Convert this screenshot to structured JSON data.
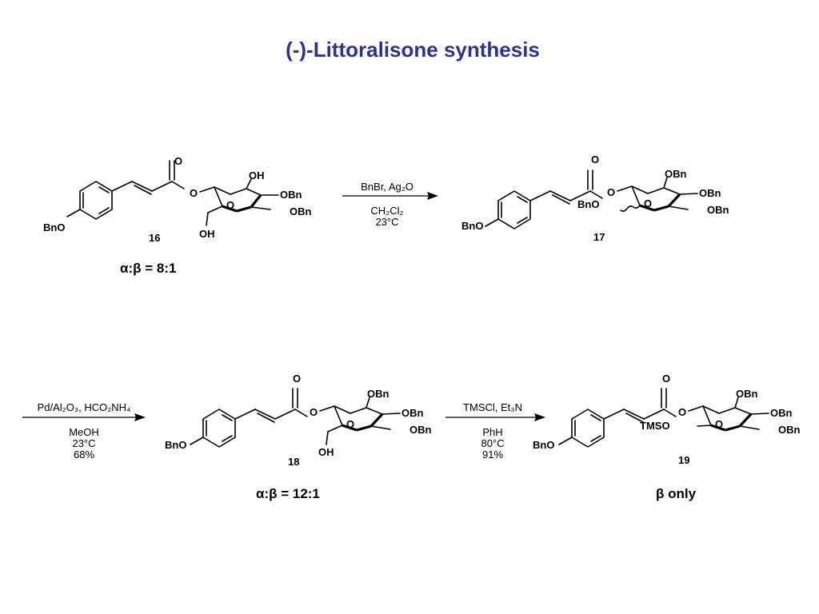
{
  "title": "(-)-Littoralisone synthesis",
  "compound_16": {
    "number": "16",
    "labels": {
      "BnO": "BnO",
      "O_carbonyl": "O",
      "O_ester": "O",
      "O_ring": "O",
      "OH_top": "OH",
      "OH_bottom": "OH",
      "OBn_1": "OBn",
      "OBn_2": "OBn"
    }
  },
  "compound_17": {
    "number": "17",
    "labels": {
      "BnO": "BnO",
      "O_carbonyl": "O",
      "O_ester": "O",
      "O_ring": "O",
      "BnO_anomeric": "BnO",
      "OBn_top": "OBn",
      "OBn_1": "OBn",
      "OBn_2": "OBn"
    }
  },
  "compound_18": {
    "number": "18",
    "labels": {
      "BnO": "BnO",
      "O_carbonyl": "O",
      "O_ester": "O",
      "O_ring": "O",
      "OH_bottom": "OH",
      "OBn_top": "OBn",
      "OBn_1": "OBn",
      "OBn_2": "OBn"
    }
  },
  "compound_19": {
    "number": "19",
    "labels": {
      "BnO": "BnO",
      "O_carbonyl": "O",
      "O_ester": "O",
      "O_ring": "O",
      "TMSO": "TMSO",
      "OBn_top": "OBn",
      "OBn_1": "OBn",
      "OBn_2": "OBn"
    }
  },
  "ratios": {
    "r16": "α:β = 8:1",
    "r18": "α:β = 12:1",
    "r19": "β only"
  },
  "step1": {
    "above": "BnBr, Ag₂O",
    "below_1": "CH₂Cl₂",
    "below_2": "23°C"
  },
  "step2": {
    "above": "Pd/Al₂O₃, HCO₂NH₄",
    "below_1": "MeOH",
    "below_2": "23°C",
    "below_3": "68%"
  },
  "step3": {
    "above": "TMSCl, Et₃N",
    "below_1": "PhH",
    "below_2": "80°C",
    "below_3": "91%"
  }
}
